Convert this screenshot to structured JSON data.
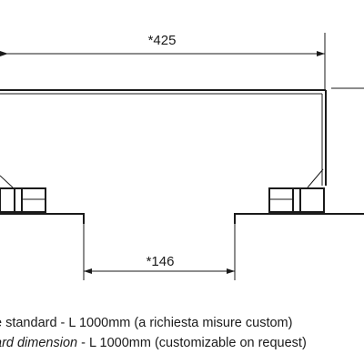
{
  "drawing": {
    "top_dimension": "*425",
    "bottom_dimension": "*146"
  },
  "notes": {
    "italian": "e standard - L 1000mm (a richiesta misure custom)",
    "english_italic": "ard dimension",
    "english_rest": " - L 1000mm (customizable on request)"
  }
}
